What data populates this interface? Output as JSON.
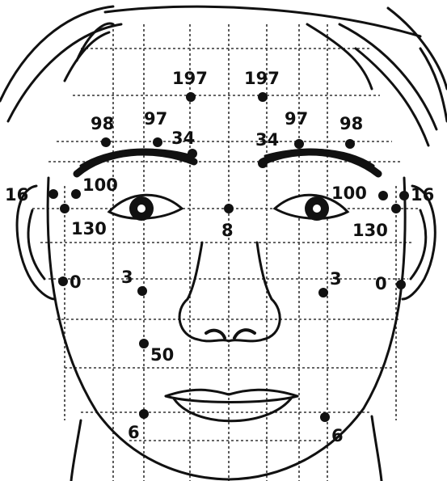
{
  "colors": {
    "ink": "#111111",
    "paper": "#ffffff",
    "grid": "#333333"
  },
  "points": [
    {
      "id": "197-left",
      "label": "197"
    },
    {
      "id": "197-right",
      "label": "197"
    },
    {
      "id": "98-left",
      "label": "98"
    },
    {
      "id": "97-left",
      "label": "97"
    },
    {
      "id": "34-left",
      "label": "34"
    },
    {
      "id": "34-right",
      "label": "34"
    },
    {
      "id": "97-right",
      "label": "97"
    },
    {
      "id": "98-right",
      "label": "98"
    },
    {
      "id": "16-left",
      "label": "16"
    },
    {
      "id": "100-left",
      "label": "100"
    },
    {
      "id": "100-right",
      "label": "100"
    },
    {
      "id": "16-right",
      "label": "16"
    },
    {
      "id": "130-left",
      "label": "130"
    },
    {
      "id": "8-center",
      "label": "8"
    },
    {
      "id": "130-right",
      "label": "130"
    },
    {
      "id": "0-left",
      "label": "0"
    },
    {
      "id": "3-left",
      "label": "3"
    },
    {
      "id": "3-right",
      "label": "3"
    },
    {
      "id": "0-right",
      "label": "0"
    },
    {
      "id": "50-left",
      "label": "50"
    },
    {
      "id": "6-left",
      "label": "6"
    },
    {
      "id": "6-right",
      "label": "6"
    }
  ]
}
